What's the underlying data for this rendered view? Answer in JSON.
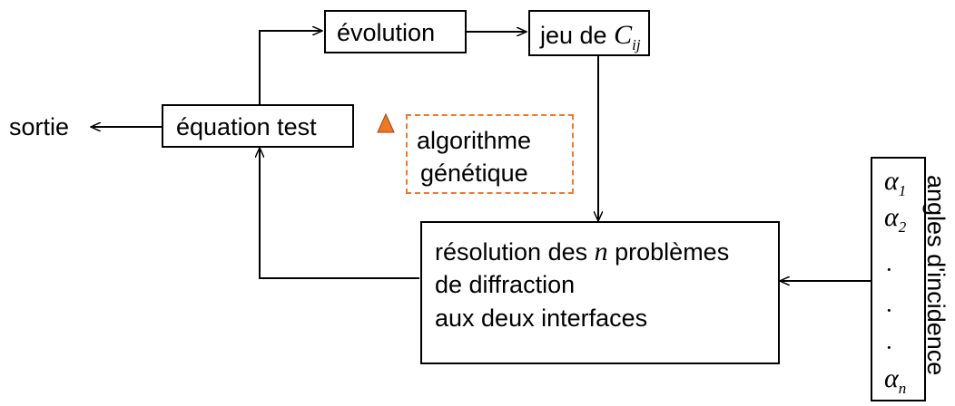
{
  "nodes": {
    "evolution": "évolution",
    "jeu_prefix": "jeu de",
    "jeu_symbol": "C",
    "jeu_subscript": "ij",
    "equation": "équation test",
    "sortie": "sortie",
    "algo_line1": "algorithme",
    "algo_line2": "génétique",
    "resolution_line1_a": "résolution des",
    "resolution_n": "n",
    "resolution_line1_b": "problèmes",
    "resolution_line2": "de diffraction",
    "resolution_line3": "aux deux interfaces",
    "angles_label": "angles d'incidence"
  },
  "angles": {
    "alpha": "α",
    "sub1": "1",
    "sub2": "2",
    "subn": "n",
    "dots": [
      "·",
      "·",
      "·"
    ]
  },
  "colors": {
    "stroke": "#000000",
    "accent": "#f07830",
    "triangle_fill": "#f07820"
  }
}
